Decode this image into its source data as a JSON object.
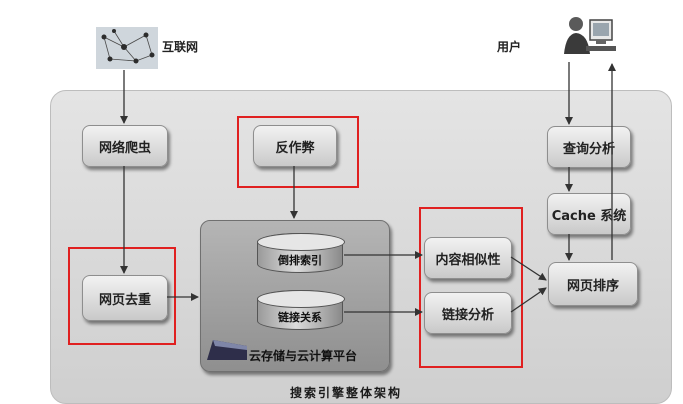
{
  "diagram": {
    "internet_label": "互联网",
    "user_label": "用户",
    "crawler": "网络爬虫",
    "dedup": "网页去重",
    "anti_spam": "反作弊",
    "inverted_index": "倒排索引",
    "link_relation": "链接关系",
    "platform": "云存储与云计算平台",
    "content_similarity": "内容相似性",
    "link_analysis": "链接分析",
    "query_analysis": "查询分析",
    "cache": "Cache 系统",
    "ranking": "网页排序",
    "caption": "搜索引擎整体架构"
  },
  "colors": {
    "highlight": "#e02020",
    "arrow": "#333333"
  }
}
